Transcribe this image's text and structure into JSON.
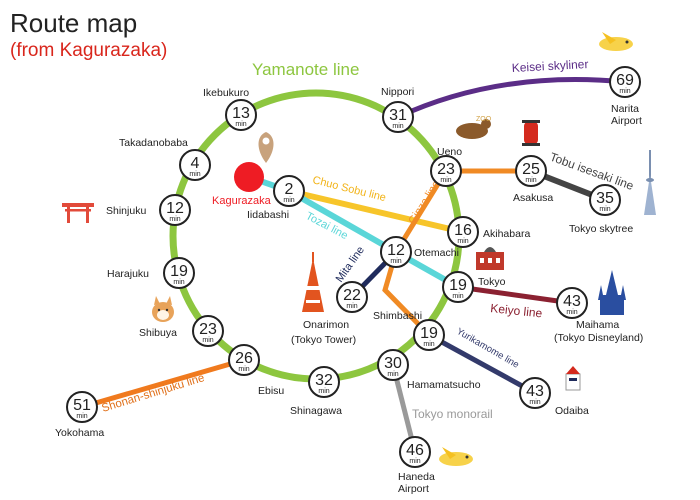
{
  "header": {
    "title": "Route map",
    "subtitle": "(from Kagurazaka)"
  },
  "colors": {
    "yamanote": "#8dc63f",
    "chuo_sobu": "#f7c52a",
    "tozai": "#5ad6d8",
    "ginza": "#f08a24",
    "mita": "#1f2b5c",
    "keisei": "#5b2d87",
    "tobu": "#444444",
    "keiyo": "#8b2131",
    "yurikamome": "#333a6b",
    "monorail": "#9a9a9a",
    "shonan": "#f07a1e",
    "origin": "#ee1c24"
  },
  "origin": {
    "name": "Kagurazaka"
  },
  "minutes_unit": "min",
  "lines": {
    "yamanote": "Yamanote line",
    "chuo_sobu": "Chuo Sobu line",
    "tozai": "Tozai line",
    "ginza": "Ginza line",
    "mita": "Mita line",
    "keisei": "Keisei skyliner",
    "tobu": "Tobu isesaki line",
    "keiyo": "Keiyo line",
    "yurikamome": "Yurikamome line",
    "monorail": "Tokyo monorail",
    "shonan": "Shonan-shinjuku line"
  },
  "stations": {
    "ikebukuro": {
      "name": "Ikebukuro",
      "minutes": "13"
    },
    "takadanobaba": {
      "name": "Takadanobaba",
      "minutes": "4"
    },
    "shinjuku": {
      "name": "Shinjuku",
      "minutes": "12"
    },
    "harajuku": {
      "name": "Harajuku",
      "minutes": "19"
    },
    "shibuya": {
      "name": "Shibuya",
      "minutes": "23"
    },
    "ebisu": {
      "name": "Ebisu",
      "minutes": "26"
    },
    "shinagawa": {
      "name": "Shinagawa",
      "minutes": "32"
    },
    "hamamatsucho": {
      "name": "Hamamatsucho",
      "minutes": "30"
    },
    "shimbashi": {
      "name": "Shimbashi",
      "minutes": "19"
    },
    "tokyo": {
      "name": "Tokyo",
      "minutes": "19"
    },
    "akihabara": {
      "name": "Akihabara",
      "minutes": "16"
    },
    "ueno": {
      "name": "Ueno",
      "minutes": "23"
    },
    "nippori": {
      "name": "Nippori",
      "minutes": "31"
    },
    "iidabashi": {
      "name": "Iidabashi",
      "minutes": "2"
    },
    "otemachi": {
      "name": "Otemachi",
      "minutes": "12"
    },
    "onarimon": {
      "name": "Onarimon",
      "name2": "(Tokyo Tower)",
      "minutes": "22"
    },
    "narita": {
      "name": "Narita",
      "name2": "Airport",
      "minutes": "69"
    },
    "asakusa": {
      "name": "Asakusa",
      "minutes": "25"
    },
    "skytree": {
      "name": "Tokyo skytree",
      "minutes": "35"
    },
    "maihama": {
      "name": "Maihama",
      "name2": "(Tokyo Disneyland)",
      "minutes": "43"
    },
    "odaiba": {
      "name": "Odaiba",
      "minutes": "43"
    },
    "haneda": {
      "name": "Haneda",
      "name2": "Airport",
      "minutes": "46"
    },
    "yokohama": {
      "name": "Yokohama",
      "minutes": "51"
    }
  }
}
